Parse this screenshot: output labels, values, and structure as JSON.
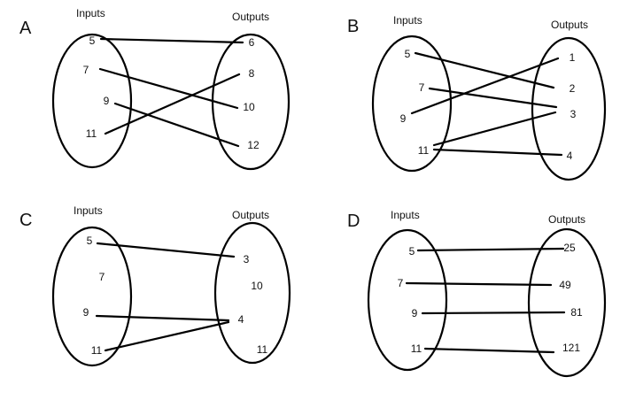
{
  "panels": [
    {
      "label": "A",
      "inputs_title": "Inputs",
      "outputs_title": "Outputs",
      "inputs": [
        "5",
        "7",
        "9",
        "11"
      ],
      "outputs": [
        "6",
        "8",
        "10",
        "12"
      ],
      "mappings": [
        [
          "5",
          "6"
        ],
        [
          "7",
          "10"
        ],
        [
          "9",
          "12"
        ],
        [
          "11",
          "8"
        ]
      ]
    },
    {
      "label": "B",
      "inputs_title": "Inputs",
      "outputs_title": "Outputs",
      "inputs": [
        "5",
        "7",
        "9",
        "11"
      ],
      "outputs": [
        "1",
        "2",
        "3",
        "4"
      ],
      "mappings": [
        [
          "5",
          "2"
        ],
        [
          "7",
          "3"
        ],
        [
          "9",
          "1"
        ],
        [
          "11",
          "3"
        ],
        [
          "11",
          "4"
        ]
      ]
    },
    {
      "label": "C",
      "inputs_title": "Inputs",
      "outputs_title": "Outputs",
      "inputs": [
        "5",
        "7",
        "9",
        "11"
      ],
      "outputs": [
        "3",
        "10",
        "4",
        "11"
      ],
      "mappings": [
        [
          "5",
          "3"
        ],
        [
          "9",
          "4"
        ],
        [
          "11",
          "4"
        ]
      ]
    },
    {
      "label": "D",
      "inputs_title": "Inputs",
      "outputs_title": "Outputs",
      "inputs": [
        "5",
        "7",
        "9",
        "11"
      ],
      "outputs": [
        "25",
        "49",
        "81",
        "121"
      ],
      "mappings": [
        [
          "5",
          "25"
        ],
        [
          "7",
          "49"
        ],
        [
          "9",
          "81"
        ],
        [
          "11",
          "121"
        ]
      ]
    }
  ]
}
